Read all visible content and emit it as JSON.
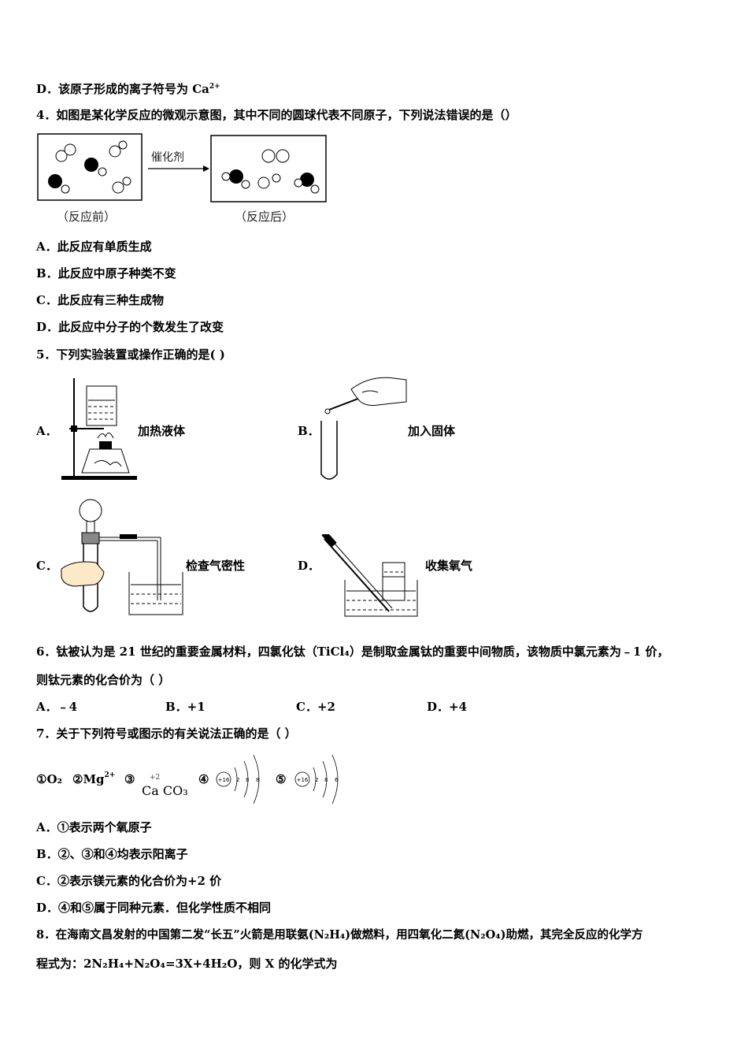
{
  "q3d": {
    "label": "D．该原子形成的离子符号为 Ca",
    "sup": "2+"
  },
  "q4": {
    "stem": "4．如图是某化学反应的微观示意图，其中不同的圆球代表不同原子，下列说法错误的是（）",
    "arrow_label": "催化剂",
    "before_caption": "（反应前）",
    "after_caption": "（反应后）",
    "options": [
      "A．此反应有单质生成",
      "B．此反应中原子种类不变",
      "C．此反应有三种生成物",
      "D．此反应中分子的个数发生了改变"
    ]
  },
  "q5": {
    "stem": "5．下列实验装置或操作正确的是(        )",
    "options": [
      {
        "letter": "A．",
        "text": "加热液体"
      },
      {
        "letter": "B．",
        "text": "加入固体"
      },
      {
        "letter": "C．",
        "text": "检查气密性"
      },
      {
        "letter": "D．",
        "text": "收集氧气"
      }
    ]
  },
  "q6": {
    "stem_line1": "6．钛被认为是 21 世纪的重要金属材料，四氯化钛（TiCl₄）是制取金属钛的重要中间物质，该物质中氯元素为﹣1 价，",
    "stem_line2": "则钛元素的化合价为（        ）",
    "options": [
      "A．﹣4",
      "B．+1",
      "C．+2",
      "D．+4"
    ]
  },
  "q7": {
    "stem": "7．关于下列符号或图示的有关说法正确的是（  ）",
    "sym1": "①O₂",
    "sym2": "②Mg",
    "sym2_sup": "2+",
    "sym3_num": "③",
    "sym3_valence": "+2",
    "sym3_formula": "Ca CO₃",
    "sym4_num": "④",
    "sym4_nucleus": "+16",
    "sym4_shells": [
      "2",
      "8",
      "8"
    ],
    "sym5_num": "⑤",
    "sym5_nucleus": "+16",
    "sym5_shells": [
      "2",
      "8",
      "6"
    ],
    "options": [
      "A．①表示两个氧原子",
      "B．②、③和④均表示阳离子",
      "C．②表示镁元素的化合价为+2 价",
      "D．④和⑤属于同种元素．但化学性质不相同"
    ]
  },
  "q8": {
    "stem_line1": "8．在海南文昌发射的中国第二发“长五”火箭是用联氨(N₂H₄)做燃料，用四氧化二氮(N₂O₄)助燃，其完全反应的化学方",
    "stem_line2": "程式为：2N₂H₄+N₂O₄=3X+4H₂O，则 X 的化学式为"
  }
}
